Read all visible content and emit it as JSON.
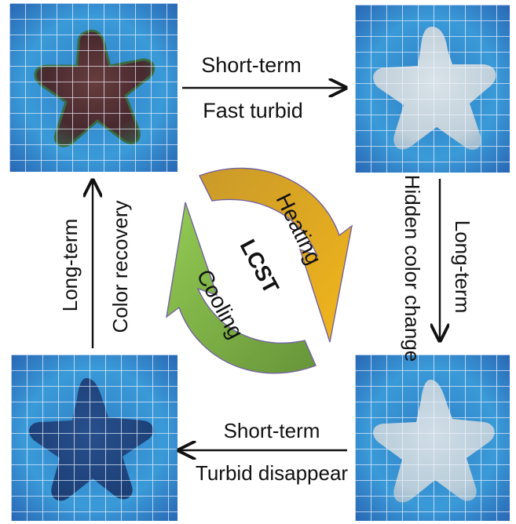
{
  "colors": {
    "tile_blue": "#2f86c9",
    "tile_light_blue": "#4fb6e6",
    "grid_line": "#eef3ff",
    "star_red_brown": "#5a2a2a",
    "star_turbid": "#cfd9e0",
    "star_dark_blue": "#1f3f7a",
    "heating_arrow": "#e2a21a",
    "cooling_arrow": "#7ab441",
    "text": "#111111"
  },
  "panels": {
    "top_left": {
      "state": "colored star (red-brown)"
    },
    "top_right": {
      "state": "turbid white star"
    },
    "bottom_right": {
      "state": "turbid white star"
    },
    "bottom_left": {
      "state": "colored star (dark blue)"
    }
  },
  "labels": {
    "top_arrow_above": "Short-term",
    "top_arrow_below": "Fast turbid",
    "right_arrow_outer": "Long-term",
    "right_arrow_inner": "Hidden color change",
    "bottom_arrow_above": "Short-term",
    "bottom_arrow_below": "Turbid disappear",
    "left_arrow_outer": "Long-term",
    "left_arrow_inner": "Color recovery",
    "center_heating": "Heating",
    "center_lcst": "LCST",
    "center_cooling": "Cooling"
  }
}
